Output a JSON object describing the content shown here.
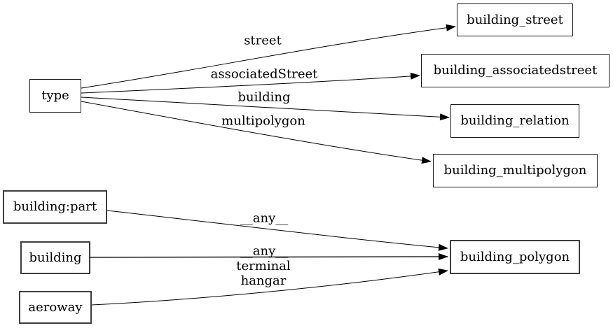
{
  "diagram": {
    "background_color": "#ffffff",
    "node_border_color": "#000000",
    "edge_color": "#000000",
    "nodes": [
      {
        "id": "type",
        "label": "type"
      },
      {
        "id": "building_street",
        "label": "building_street"
      },
      {
        "id": "building_associatedstreet",
        "label": "building_associatedstreet"
      },
      {
        "id": "building_relation",
        "label": "building_relation"
      },
      {
        "id": "building_multipolygon",
        "label": "building_multipolygon"
      },
      {
        "id": "building:part",
        "label": "building:part"
      },
      {
        "id": "building",
        "label": "building"
      },
      {
        "id": "aeroway",
        "label": "aeroway"
      },
      {
        "id": "building_polygon",
        "label": "building_polygon"
      }
    ],
    "edges": [
      {
        "from": "type",
        "to": "building_street",
        "label": "street"
      },
      {
        "from": "type",
        "to": "building_associatedstreet",
        "label": "associatedStreet"
      },
      {
        "from": "type",
        "to": "building_relation",
        "label": "building"
      },
      {
        "from": "type",
        "to": "building_multipolygon",
        "label": "multipolygon"
      },
      {
        "from": "building:part",
        "to": "building_polygon",
        "label": "__any__"
      },
      {
        "from": "building",
        "to": "building_polygon",
        "label": "__any__"
      },
      {
        "from": "aeroway",
        "to": "building_polygon",
        "label": "terminal\nhangar"
      }
    ]
  }
}
